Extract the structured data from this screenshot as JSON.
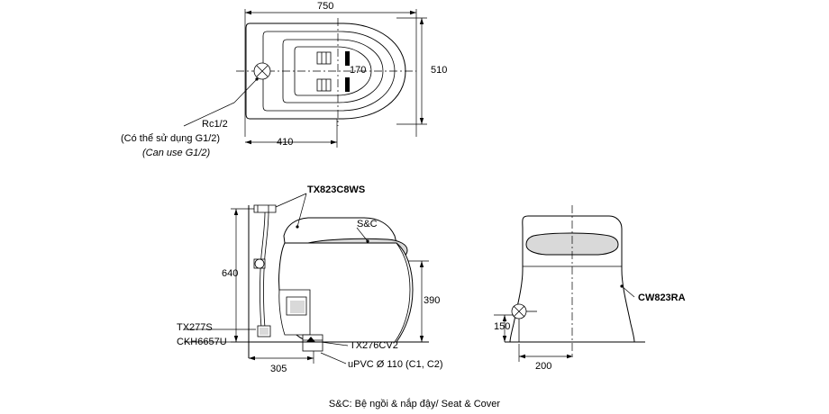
{
  "diagram": {
    "top_view": {
      "dim_width": "750",
      "dim_height": "510",
      "dim_inner": "170",
      "dim_offset": "410",
      "inlet_label": "Rc1/2",
      "inlet_note_vi": "(Có thể sử dụng G1/2)",
      "inlet_note_en": "(Can use G1/2)"
    },
    "side_view": {
      "part_top": "TX823C8WS",
      "seat_cover": "S&C",
      "dim_height": "640",
      "dim_seat_height": "390",
      "dim_depth": "305",
      "part_left_upper": "TX277S",
      "part_left_lower": "CKH6657U",
      "part_right": "TX276CV2",
      "pipe_label": "uPVC Ø 110 (C1, C2)"
    },
    "front_view": {
      "model": "CW823RA",
      "dim_height": "150",
      "dim_width": "200"
    },
    "footnote": "S&C: Bệ ngồi & nắp đậy/ Seat & Cover"
  }
}
